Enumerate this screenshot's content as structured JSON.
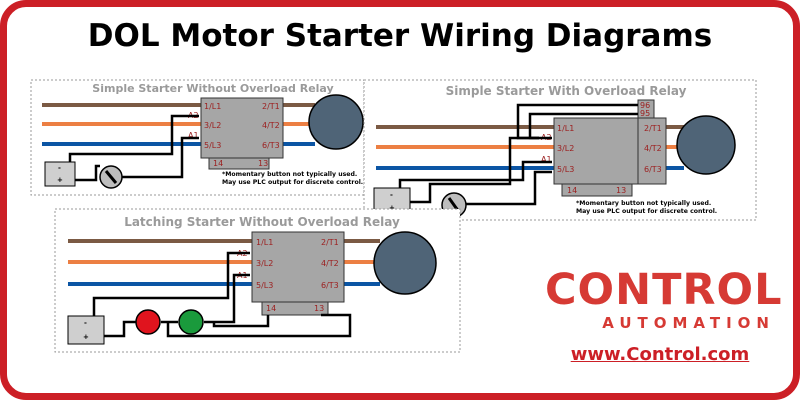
{
  "page": {
    "title": "DOL Motor Starter Wiring Diagrams"
  },
  "panels": {
    "simple_no_overload": {
      "title": "Simple Starter Without Overload Relay"
    },
    "simple_with_overload": {
      "title": "Simple Starter With Overload Relay"
    },
    "latching_no_overload": {
      "title": "Latching Starter Without Overload Relay"
    }
  },
  "terminals": {
    "L1": "1/L1",
    "L2": "3/L2",
    "L3": "5/L3",
    "T1": "2/T1",
    "T2": "4/T2",
    "T3": "6/T3",
    "A1": "A1",
    "A2": "A2",
    "aux14": "14",
    "aux13": "13",
    "ol96": "96",
    "ol95": "95"
  },
  "power_supply": {
    "minus": "-",
    "plus": "+"
  },
  "note": {
    "line1": "*Momentary button not typically used.",
    "line2": "May use PLC output for discrete control."
  },
  "colors": {
    "brand_red": "#cc1f26",
    "wire_brown": "#7b5a44",
    "wire_orange": "#ec7f43",
    "wire_blue": "#0b55a4",
    "motor": "#4f6477",
    "contactor": "#a6a6a6",
    "stop_button": "#e0141e",
    "start_button": "#1a9a3c"
  },
  "brand": {
    "name_top": "CONTROL",
    "name_sub": "AUTOMATION",
    "website": "www.Control.com"
  }
}
